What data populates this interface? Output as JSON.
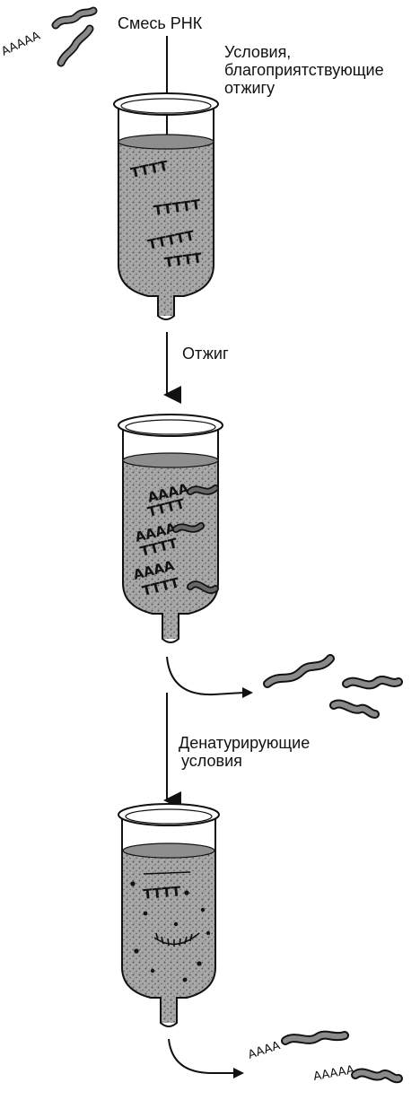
{
  "labels": {
    "rna_mix": "Смесь РНК",
    "annealing_conditions": [
      "Условия,",
      "благоприятствующие",
      "отжигу"
    ],
    "annealing": "Отжиг",
    "denaturing_conditions": [
      "Денатурирующие",
      "условия"
    ]
  },
  "sequences": {
    "poly_a": "AAAAA",
    "poly_a_short": "AAAA",
    "poly_a_mid": "AAAA",
    "oligo_dt": "TTTT",
    "oligo_dt_long": "TTTTT"
  },
  "colors": {
    "ink": "#111111",
    "matrix": "#9a9a9a",
    "rna": "#8a8a8a"
  },
  "icons": [
    "test-tube-icon",
    "rna-strand-icon",
    "process-arrow-icon",
    "curved-arrow-icon"
  ]
}
